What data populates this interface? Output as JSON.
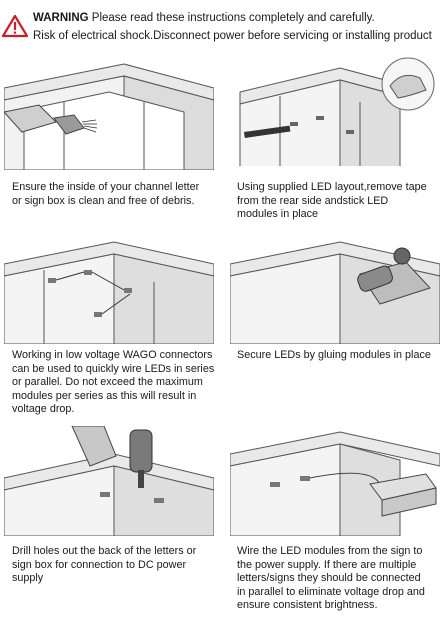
{
  "warning": {
    "label": "WARNING",
    "line1_rest": " Please read these instructions completely and carefully.",
    "line2": "Risk of electrical shock.Disconnect power before servicing or installing product",
    "icon": "warning-triangle-icon"
  },
  "steps": [
    {
      "lines": [
        "Ensure the inside of your channel letter",
        "or sign box is clean and free of debris."
      ]
    },
    {
      "lines": [
        "Using supplied LED layout,remove tape",
        "from the rear side andstick LED",
        "modules in place"
      ]
    },
    {
      "lines": [
        "Working in low voltage WAGO connectors",
        "can be used to quickly wire LEDs in series",
        "or parallel. Do not exceed the maximum",
        "modules per series as this will result in",
        "voltage drop."
      ]
    },
    {
      "lines": [
        "Secure LEDs by gluing modules in place"
      ]
    },
    {
      "lines": [
        "Drill holes out the back of the letters or",
        "sign box for connection to DC power",
        "supply"
      ]
    },
    {
      "lines": [
        "Wire the LED modules from the sign to",
        " the power supply. If there are multiple",
        "letters/signs they should be connected",
        "in parallel to eliminate voltage drop and",
        "ensure consistent brightness."
      ]
    }
  ]
}
